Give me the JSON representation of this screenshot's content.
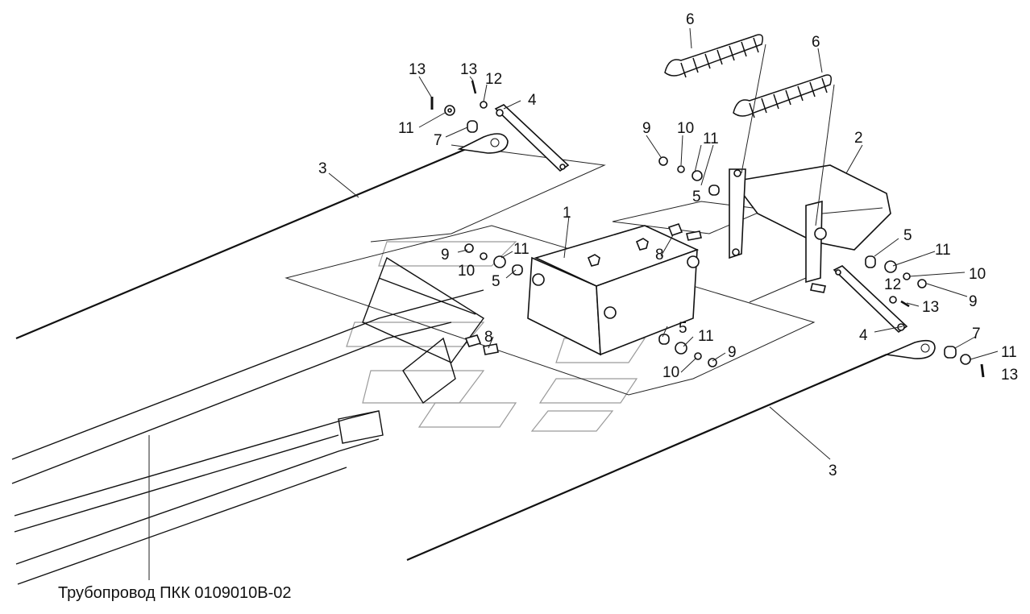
{
  "caption": "Трубопровод ПКК 0109010В-02",
  "callouts": {
    "c1": "1",
    "c2": "2",
    "c3a": "3",
    "c3b": "3",
    "c4a": "4",
    "c4b": "4",
    "c5a": "5",
    "c5b": "5",
    "c5c": "5",
    "c5d": "5",
    "c6a": "6",
    "c6b": "6",
    "c7a": "7",
    "c7b": "7",
    "c8a": "8",
    "c8b": "8",
    "c9a": "9",
    "c9b": "9",
    "c9c": "9",
    "c9d": "9",
    "c10a": "10",
    "c10b": "10",
    "c10c": "10",
    "c10d": "10",
    "c11a": "11",
    "c11b": "11",
    "c11c": "11",
    "c11d": "11",
    "c11e": "11",
    "c11f": "11",
    "c12a": "12",
    "c12b": "12",
    "c13a": "13",
    "c13b": "13",
    "c13c": "13",
    "c13d": "13"
  }
}
